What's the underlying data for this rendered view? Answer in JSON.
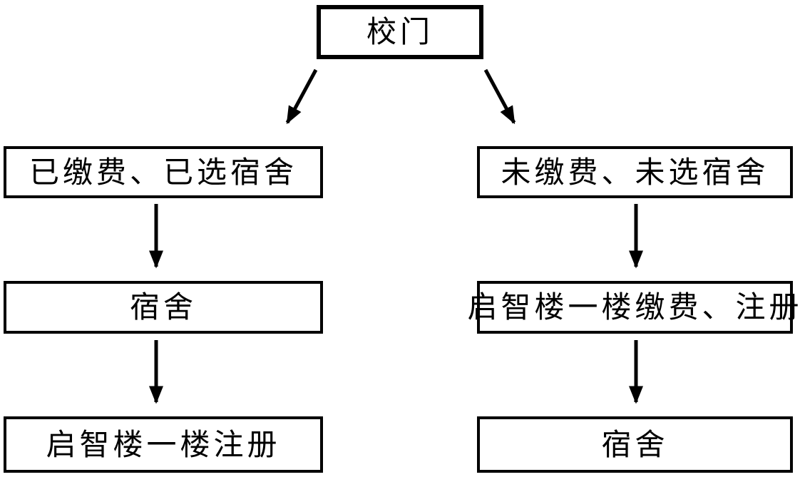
{
  "page": {
    "background_color": "#ffffff",
    "line_color": "#000000"
  },
  "diagram": {
    "type": "flowchart",
    "nodes": {
      "gate": {
        "label": "校门"
      },
      "paid": {
        "label": "已缴费、已选宿舍"
      },
      "unpaid": {
        "label": "未缴费、未选宿舍"
      },
      "dorm_left": {
        "label": "宿舍"
      },
      "pay_register": {
        "label": "启智楼一楼缴费、注册"
      },
      "register": {
        "label": "启智楼一楼注册"
      },
      "dorm_right": {
        "label": "宿舍"
      }
    },
    "edges": [
      {
        "from": "gate",
        "to": "paid"
      },
      {
        "from": "gate",
        "to": "unpaid"
      },
      {
        "from": "paid",
        "to": "dorm_left"
      },
      {
        "from": "dorm_left",
        "to": "register"
      },
      {
        "from": "unpaid",
        "to": "pay_register"
      },
      {
        "from": "pay_register",
        "to": "dorm_right"
      }
    ]
  }
}
